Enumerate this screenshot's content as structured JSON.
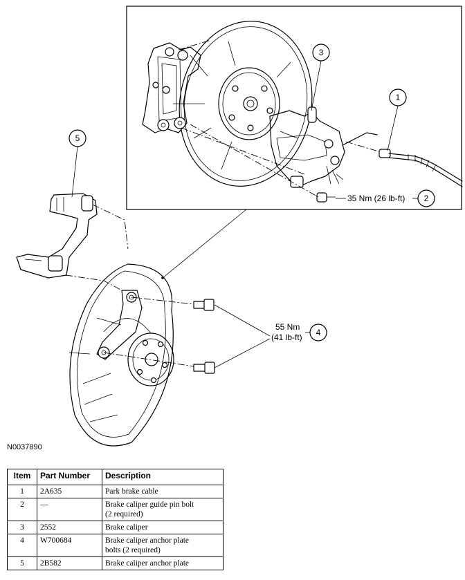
{
  "callouts": {
    "c1": "1",
    "c2": "2",
    "c3": "3",
    "c4": "4",
    "c5": "5"
  },
  "torque": {
    "guide_pin": "35 Nm (26 lb-ft)",
    "anchor_nm": "55 Nm",
    "anchor_lbft": "(41 lb-ft)"
  },
  "figure_id": "N0037890",
  "table": {
    "headers": [
      "Item",
      "Part Number",
      "Description"
    ],
    "rows": [
      {
        "item": "1",
        "part": "2A635",
        "desc": [
          "Park brake cable"
        ]
      },
      {
        "item": "2",
        "part": "—",
        "desc": [
          "Brake caliper guide pin bolt",
          "(2 required)"
        ]
      },
      {
        "item": "3",
        "part": "2552",
        "desc": [
          "Brake caliper"
        ]
      },
      {
        "item": "4",
        "part": "W700684",
        "desc": [
          "Brake caliper anchor plate",
          "bolts (2 required)"
        ]
      },
      {
        "item": "5",
        "part": "2B582",
        "desc": [
          "Brake caliper anchor plate"
        ]
      }
    ]
  }
}
